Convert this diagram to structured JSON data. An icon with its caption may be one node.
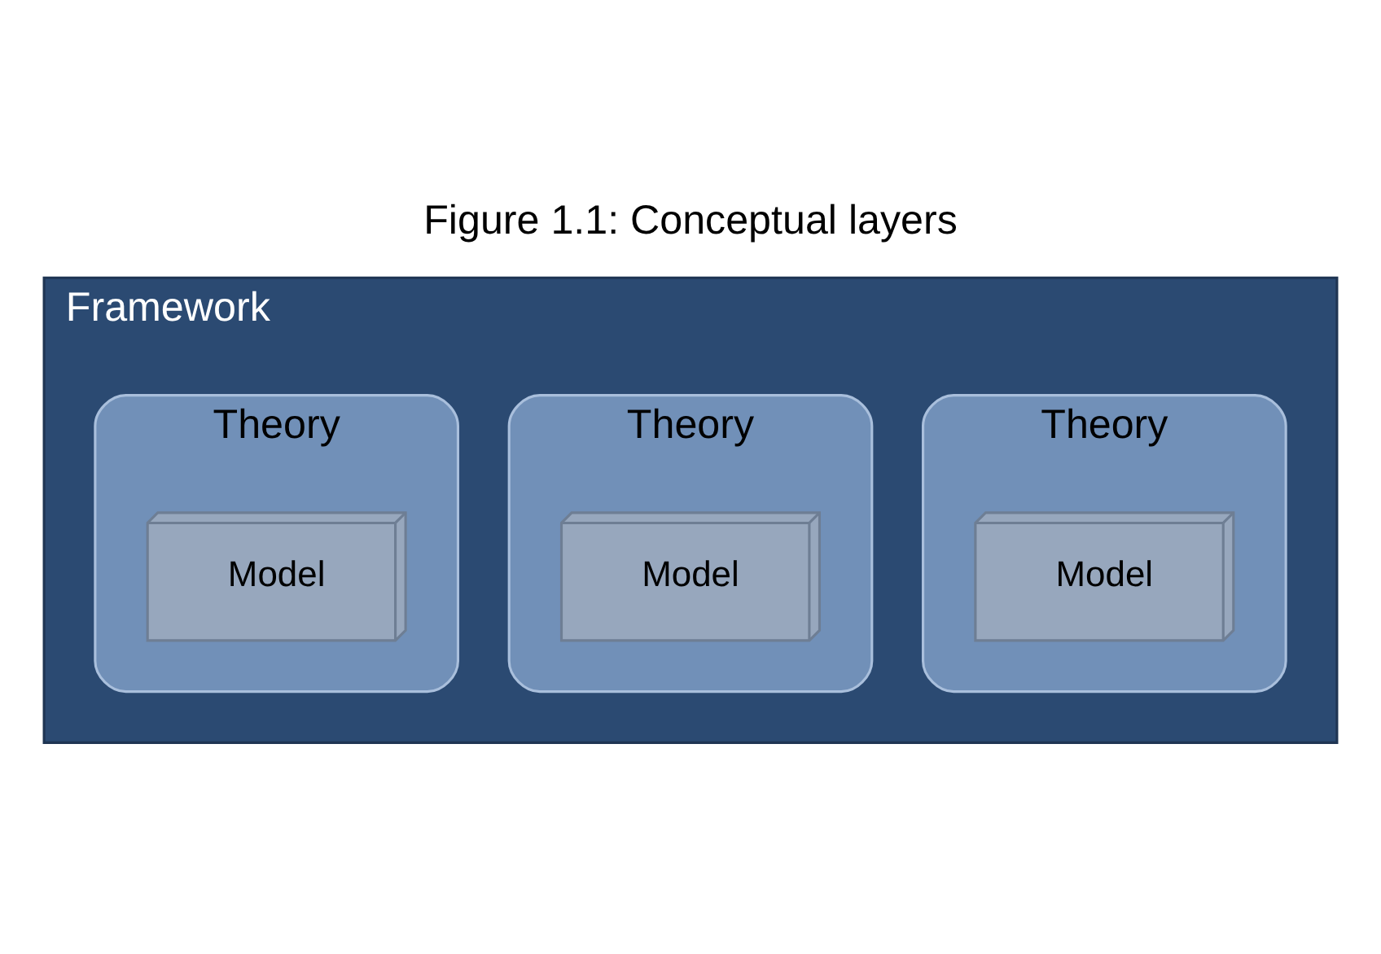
{
  "diagram": {
    "title": "Figure 1.1: Conceptual layers",
    "nodes": [
      {
        "text": [
          "Framework"
        ]
      },
      {
        "text": [
          "Theory"
        ],
        "in": 0
      },
      {
        "text": [
          "Model"
        ],
        "in": 1
      },
      {
        "text": [
          "Theory"
        ],
        "in": 0
      },
      {
        "text": [
          "Model"
        ],
        "in": 3
      },
      {
        "text": [
          "Theory"
        ],
        "in": 0
      },
      {
        "text": [
          "Model"
        ],
        "in": 5
      }
    ],
    "edges": []
  }
}
